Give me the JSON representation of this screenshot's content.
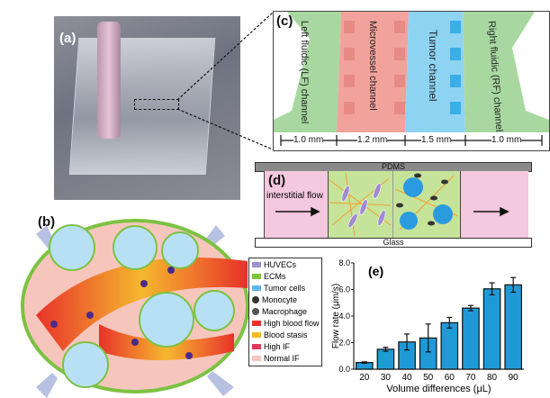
{
  "panels": {
    "a": {
      "label": "(a)"
    },
    "b": {
      "label": "(b)"
    },
    "c": {
      "label": "(c)",
      "channels": [
        "Left fluidic (LF) channel",
        "Microvessel channel",
        "Tumor channel",
        "Right fluidic (RF) channel"
      ],
      "widths": [
        "1.0 mm",
        "1.2 mm",
        "1.5 mm",
        "1.0 mm"
      ]
    },
    "d": {
      "label": "(d)",
      "top": "PDMS",
      "bottom": "Glass",
      "flow_label": "interstitial flow"
    },
    "e": {
      "label": "(e)"
    }
  },
  "legend": [
    {
      "label": "HUVECs",
      "color": "#9b8fd0"
    },
    {
      "label": "ECMs",
      "color": "#7cc242"
    },
    {
      "label": "Tumor cells",
      "color": "#5fb8e8"
    },
    {
      "label": "Monocyte",
      "color": "#333333"
    },
    {
      "label": "Macrophage",
      "color": "#555555"
    },
    {
      "label": "High blood flow",
      "color": "#e8322a"
    },
    {
      "label": "Blood stasis",
      "color": "#f5b82e"
    },
    {
      "label": "High IF",
      "color": "#e0385a"
    },
    {
      "label": "Normal IF",
      "color": "#f6c6bd"
    }
  ],
  "chart_data": {
    "type": "bar",
    "categories": [
      "20",
      "30",
      "40",
      "50",
      "60",
      "70",
      "80",
      "90"
    ],
    "values": [
      0.5,
      1.5,
      2.05,
      2.35,
      3.5,
      4.6,
      6.05,
      6.35
    ],
    "errors": [
      0.05,
      0.15,
      0.6,
      1.05,
      0.4,
      0.2,
      0.45,
      0.55
    ],
    "xlabel": "Volume differences (μL)",
    "ylabel": "Flow rate (μm/s)",
    "ylim": [
      0,
      8
    ],
    "yticks": [
      "0.0",
      "2.0",
      "4.0",
      "6.0",
      "8.0"
    ],
    "bar_color": "#1f9ad6"
  }
}
